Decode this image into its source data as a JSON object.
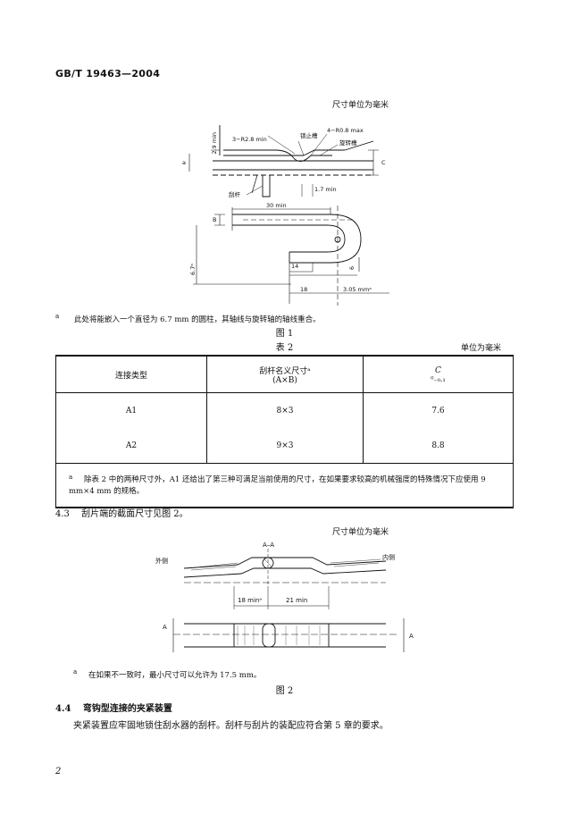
{
  "header": {
    "standard_number": "GB/T 19463—2004"
  },
  "figure1": {
    "unit_note": "尺寸单位为毫米",
    "labels": {
      "dim_2_9": "2.9 min",
      "r_2_8": "3−R2.8 min",
      "stop_slot": "锁止槽",
      "r_0_8": "4−R0.8 max",
      "rotate_slot": "旋转槽",
      "dim_a": "a",
      "dim_c": "C",
      "dim_1_7": "1.7 min",
      "blade": "刮杆",
      "dim_b": "B",
      "dim_30": "30 min",
      "dim_6_7": "6.7ᵃ",
      "dim_14": "14",
      "dim_6": "6",
      "dim_18": "18",
      "dim_3_05": "3.05 mmᵃ"
    },
    "footnote_mark": "a",
    "footnote": "此处将能嵌入一个直径为 6.7 mm 的圆柱，其轴线与旋转轴的轴线重合。",
    "caption": "图 1"
  },
  "table2": {
    "title": "表 2",
    "unit_note": "单位为毫米",
    "headers": {
      "col1": "连接类型",
      "col2_line1": "刮杆名义尺寸ᵃ",
      "col2_line2": "(A×B)",
      "col3_line1": "C",
      "col3_line2": "⁰₋₀.₁"
    },
    "rows": [
      {
        "type": "A1",
        "size": "8×3",
        "c": "7.6"
      },
      {
        "type": "A2",
        "size": "9×3",
        "c": "8.8"
      }
    ],
    "footnote_mark": "a",
    "footnote": "除表 2 中的两种尺寸外，A1 还给出了第三种可满足当前使用的尺寸，在如果要求较高的机械强度的特殊情况下应使用 9 mm×4 mm 的规格。"
  },
  "section_4_3": {
    "number": "4.3",
    "text": "刮片端的截面尺寸见图 2。"
  },
  "figure2": {
    "unit_note": "尺寸单位为毫米",
    "labels": {
      "section": "A–A",
      "outer": "外侧",
      "inner": "内侧",
      "dim_18": "18 minᵃ",
      "dim_21": "21 min",
      "a_left": "A",
      "a_right": "A"
    },
    "footnote_mark": "a",
    "footnote": "在如果不一致时，最小尺寸可以允许为 17.5 mm。",
    "caption": "图 2"
  },
  "section_4_4": {
    "number": "4.4",
    "title": "弯钩型连接的夹紧装置",
    "body": "夹紧装置应牢固地锁住刮水器的刮杆。刮杆与刮片的装配应符合第 5 章的要求。"
  },
  "footer": {
    "page_number": "2"
  }
}
